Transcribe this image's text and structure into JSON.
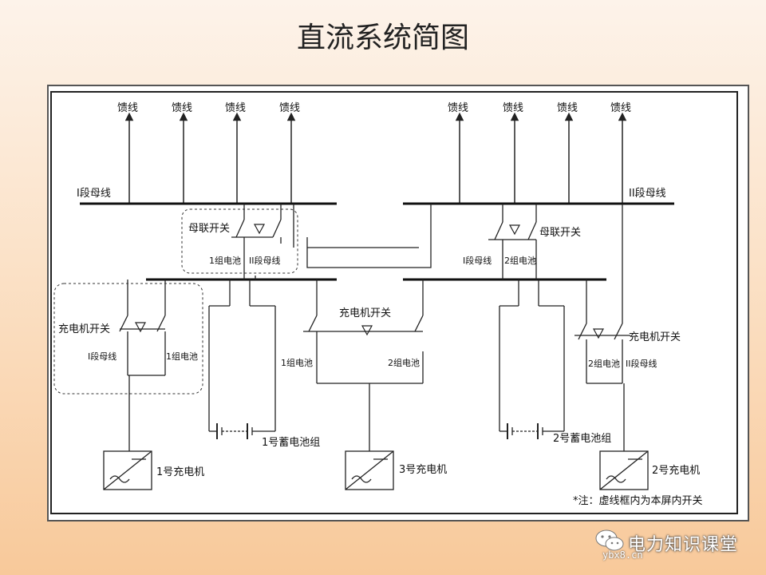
{
  "title": "直流系统简图",
  "feeders": {
    "labels": [
      "馈线",
      "馈线",
      "馈线",
      "馈线",
      "馈线",
      "馈线",
      "馈线",
      "馈线"
    ]
  },
  "buses": {
    "bus1": "I段母线",
    "bus2": "II段母线"
  },
  "tie_switch_left": {
    "label": "母联开关",
    "pos1": "1组电池",
    "pos2": "II段母线"
  },
  "tie_switch_right": {
    "label": "母联开关",
    "pos1": "I段母线",
    "pos2": "2组电池"
  },
  "charger_switch_left": {
    "label": "充电机开关",
    "pos1": "I段母线",
    "pos2": "1组电池"
  },
  "charger_switch_mid": {
    "label": "充电机开关",
    "pos1": "1组电池",
    "pos2": "2组电池"
  },
  "charger_switch_right": {
    "label": "充电机开关",
    "pos1": "2组电池",
    "pos2": "II段母线"
  },
  "battery1": "1号蓄电池组",
  "battery2": "2号蓄电池组",
  "charger1": "1号充电机",
  "charger2": "2号充电机",
  "charger3": "3号充电机",
  "note": "*注：虚线框内为本屏内开关",
  "watermark": {
    "brand": "电力知识课堂",
    "site": "ybx8.cn"
  }
}
